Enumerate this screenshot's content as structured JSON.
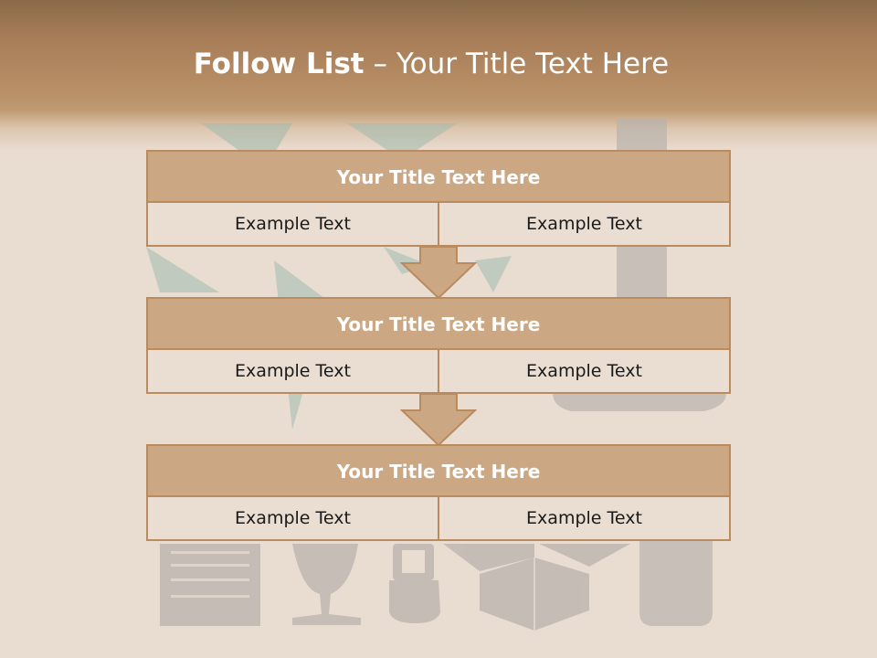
{
  "slide": {
    "title_bold": "Follow List",
    "title_rest": " – Your Title Text Here"
  },
  "blocks": [
    {
      "title": "Your Title Text Here",
      "left": "Example Text",
      "right": "Example Text"
    },
    {
      "title": "Your Title Text Here",
      "left": "Example Text",
      "right": "Example Text"
    },
    {
      "title": "Your Title Text Here",
      "left": "Example Text",
      "right": "Example Text"
    }
  ],
  "colors": {
    "header_brown": "#a77d58",
    "block_title_fill": "#cba783",
    "block_border": "#b98b5f",
    "background": "#e9ddd2"
  },
  "icons": [
    "recycle-icon",
    "document-icon",
    "wine-glass-icon",
    "trash-bin-icon",
    "box-icon",
    "bottle-icon",
    "down-arrow-icon"
  ]
}
